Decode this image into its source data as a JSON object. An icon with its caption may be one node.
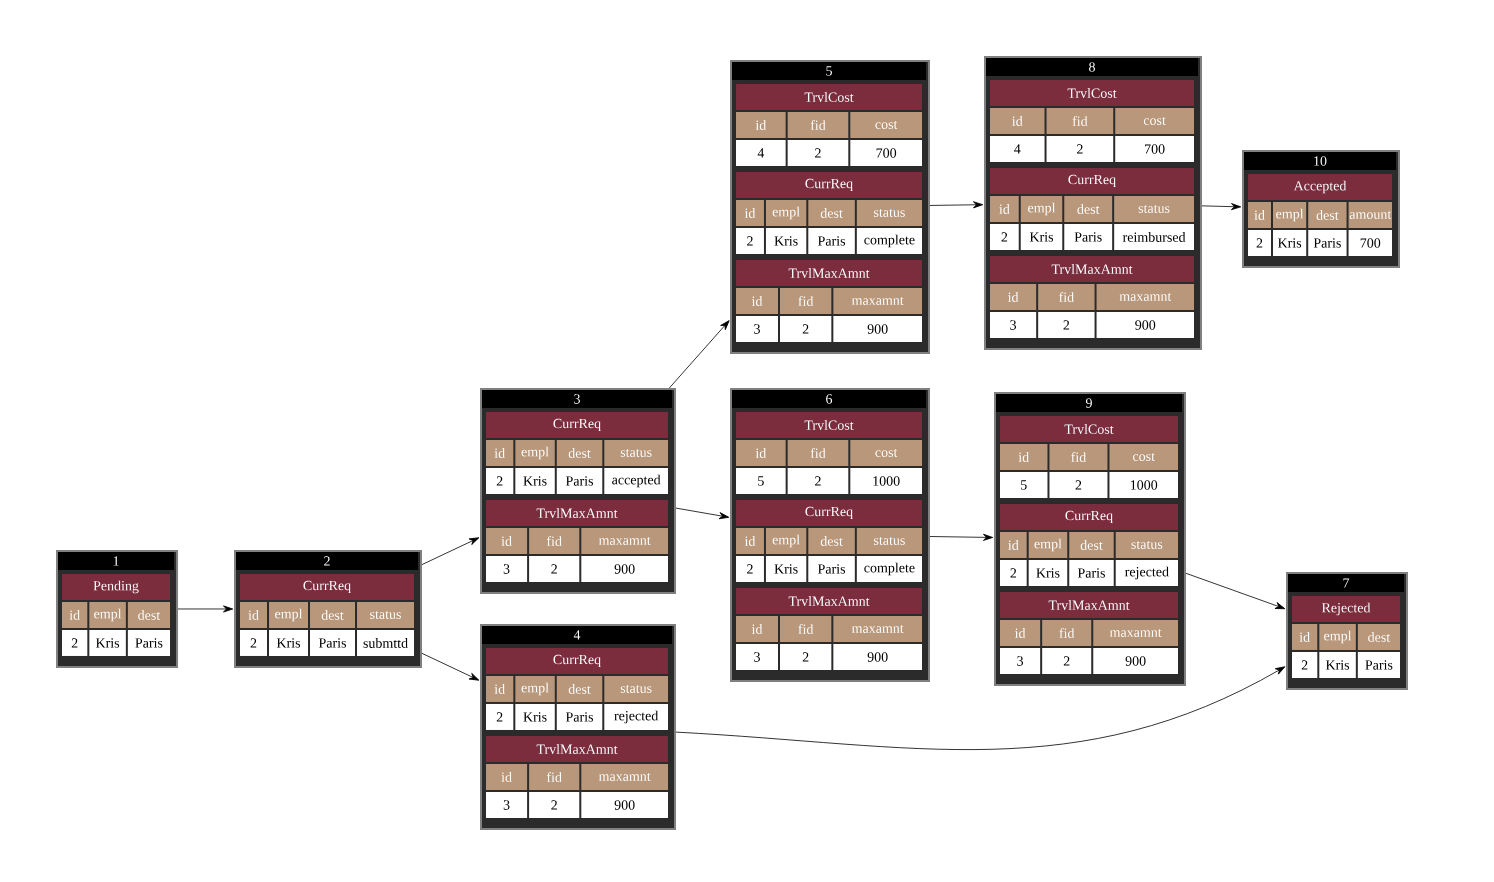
{
  "diagram": {
    "nodes": [
      {
        "text": [
          "1"
        ]
      },
      {
        "text": [
          "Pending",
          "id",
          "empl",
          "dest",
          "2",
          "Kris",
          "Paris"
        ],
        "in": 0
      },
      {
        "text": [
          "2"
        ]
      },
      {
        "text": [
          "CurrReq",
          "id",
          "empl",
          "dest",
          "status",
          "2",
          "Kris",
          "Paris",
          "submttd"
        ],
        "in": 2
      },
      {
        "text": [
          "3"
        ]
      },
      {
        "text": [
          "CurrReq",
          "id",
          "empl",
          "dest",
          "status",
          "2",
          "Kris",
          "Paris",
          "accepted"
        ],
        "in": 4
      },
      {
        "text": [
          "TrvlMaxAmnt",
          "id",
          "fid",
          "maxamnt",
          "3",
          "2",
          "900"
        ],
        "in": 4
      },
      {
        "text": [
          "4"
        ]
      },
      {
        "text": [
          "CurrReq",
          "id",
          "empl",
          "dest",
          "status",
          "2",
          "Kris",
          "Paris",
          "rejected"
        ],
        "in": 7
      },
      {
        "text": [
          "TrvlMaxAmnt",
          "id",
          "fid",
          "maxamnt",
          "3",
          "2",
          "900"
        ],
        "in": 7
      },
      {
        "text": [
          "5"
        ]
      },
      {
        "text": [
          "TrvlCost",
          "id",
          "fid",
          "cost",
          "4",
          "2",
          "700"
        ],
        "in": 10
      },
      {
        "text": [
          "CurrReq",
          "id",
          "empl",
          "dest",
          "status",
          "2",
          "Kris",
          "Paris",
          "complete"
        ],
        "in": 10
      },
      {
        "text": [
          "TrvlMaxAmnt",
          "id",
          "fid",
          "maxamnt",
          "3",
          "2",
          "900"
        ],
        "in": 10
      },
      {
        "text": [
          "6"
        ]
      },
      {
        "text": [
          "TrvlCost",
          "id",
          "fid",
          "cost",
          "5",
          "2",
          "1000"
        ],
        "in": 14
      },
      {
        "text": [
          "CurrReq",
          "id",
          "empl",
          "dest",
          "status",
          "2",
          "Kris",
          "Paris",
          "complete"
        ],
        "in": 14
      },
      {
        "text": [
          "TrvlMaxAmnt",
          "id",
          "fid",
          "maxamnt",
          "3",
          "2",
          "900"
        ],
        "in": 14
      },
      {
        "text": [
          "8"
        ]
      },
      {
        "text": [
          "TrvlCost",
          "id",
          "fid",
          "cost",
          "4",
          "2",
          "700"
        ],
        "in": 18
      },
      {
        "text": [
          "CurrReq",
          "id",
          "empl",
          "dest",
          "status",
          "2",
          "Kris",
          "Paris",
          "reimbursed"
        ],
        "in": 18
      },
      {
        "text": [
          "TrvlMaxAmnt",
          "id",
          "fid",
          "maxamnt",
          "3",
          "2",
          "900"
        ],
        "in": 18
      },
      {
        "text": [
          "9"
        ]
      },
      {
        "text": [
          "TrvlCost",
          "id",
          "fid",
          "cost",
          "5",
          "2",
          "1000"
        ],
        "in": 22
      },
      {
        "text": [
          "CurrReq",
          "id",
          "empl",
          "dest",
          "status",
          "2",
          "Kris",
          "Paris",
          "rejected"
        ],
        "in": 22
      },
      {
        "text": [
          "TrvlMaxAmnt",
          "id",
          "fid",
          "maxamnt",
          "3",
          "2",
          "900"
        ],
        "in": 22
      },
      {
        "text": [
          "10"
        ]
      },
      {
        "text": [
          "Accepted",
          "id",
          "empl",
          "dest",
          "amount",
          "2",
          "Kris",
          "Paris",
          "700"
        ],
        "in": 26
      },
      {
        "text": [
          "7"
        ]
      },
      {
        "text": [
          "Rejected",
          "id",
          "empl",
          "dest",
          "2",
          "Kris",
          "Paris"
        ],
        "in": 28
      }
    ],
    "edges": [
      {
        "from": 0,
        "to": 2,
        "arrow": "to"
      },
      {
        "from": 2,
        "to": 4,
        "arrow": "to"
      },
      {
        "from": 2,
        "to": 7,
        "arrow": "to"
      },
      {
        "from": 4,
        "to": 10,
        "arrow": "to"
      },
      {
        "from": 4,
        "to": 14,
        "arrow": "to"
      },
      {
        "from": 10,
        "to": 18,
        "arrow": "to"
      },
      {
        "from": 18,
        "to": 26,
        "arrow": "to"
      },
      {
        "from": 14,
        "to": 22,
        "arrow": "to"
      },
      {
        "from": 22,
        "to": 28,
        "arrow": "to"
      },
      {
        "from": 7,
        "to": 28,
        "arrow": "to"
      }
    ]
  }
}
